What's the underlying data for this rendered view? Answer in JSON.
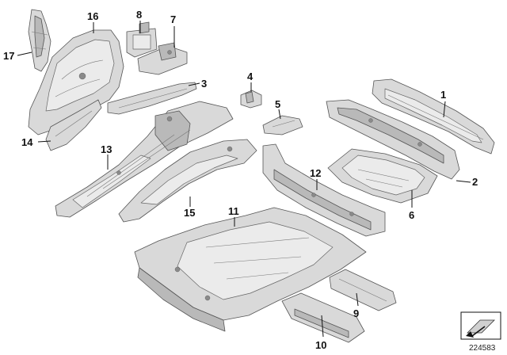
{
  "callouts": {
    "c1": "1",
    "c2": "2",
    "c3": "3",
    "c4": "4",
    "c5": "5",
    "c6": "6",
    "c7": "7",
    "c8": "8",
    "c9": "9",
    "c10": "10",
    "c11": "11",
    "c12": "12",
    "c13": "13",
    "c14": "14",
    "c15": "15",
    "c16": "16",
    "c17": "17"
  },
  "document_id": "224583",
  "icon": "arrow-panel-icon"
}
